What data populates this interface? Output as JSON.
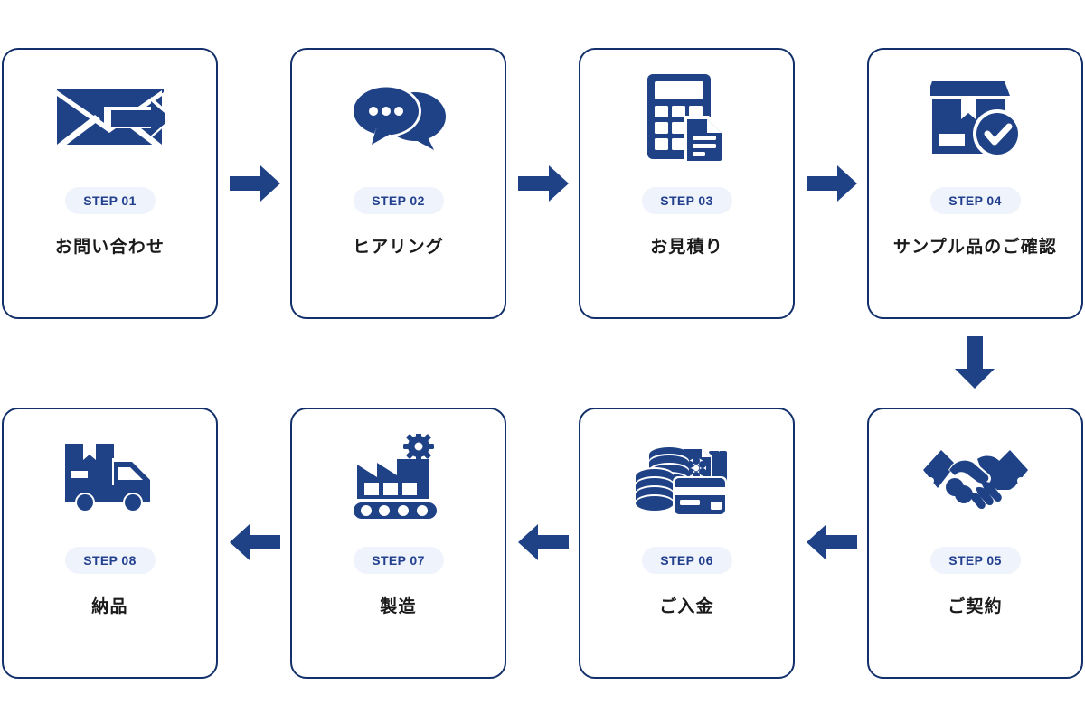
{
  "theme": {
    "page_background": "#ffffff",
    "card_border_color": "#13306b",
    "icon_color": "#1f4287",
    "badge_background": "#eff3fb",
    "badge_text_color": "#23408f",
    "label_text_color": "#1a1a1a",
    "arrow_color": "#1f4287"
  },
  "steps": [
    {
      "badge": "STEP 01",
      "label": "お問い合わせ",
      "icon": "envelope-arrow-icon"
    },
    {
      "badge": "STEP 02",
      "label": "ヒアリング",
      "icon": "speech-bubbles-icon"
    },
    {
      "badge": "STEP 03",
      "label": "お見積り",
      "icon": "calculator-document-icon"
    },
    {
      "badge": "STEP 04",
      "label": "サンプル品のご確認",
      "icon": "box-check-icon"
    },
    {
      "badge": "STEP 05",
      "label": "ご契約",
      "icon": "handshake-icon"
    },
    {
      "badge": "STEP 06",
      "label": "ご入金",
      "icon": "coins-card-icon"
    },
    {
      "badge": "STEP 07",
      "label": "製造",
      "icon": "factory-conveyor-icon"
    },
    {
      "badge": "STEP 08",
      "label": "納品",
      "icon": "delivery-truck-icon"
    }
  ],
  "connectors": [
    {
      "name": "arrow-step01-to-step02",
      "direction": "right"
    },
    {
      "name": "arrow-step02-to-step03",
      "direction": "right"
    },
    {
      "name": "arrow-step03-to-step04",
      "direction": "right"
    },
    {
      "name": "arrow-step04-to-step05",
      "direction": "down"
    },
    {
      "name": "arrow-step05-to-step06",
      "direction": "left"
    },
    {
      "name": "arrow-step06-to-step07",
      "direction": "left"
    },
    {
      "name": "arrow-step07-to-step08",
      "direction": "left"
    }
  ]
}
